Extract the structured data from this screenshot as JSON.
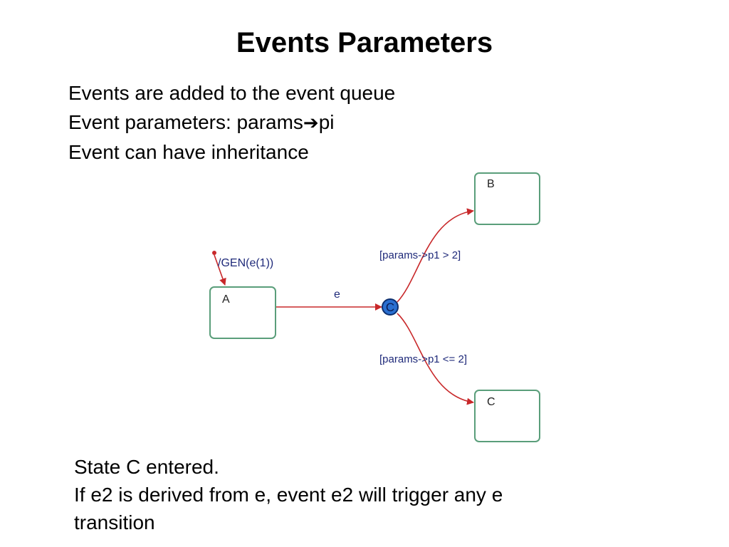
{
  "slide": {
    "title": "Events Parameters",
    "bullets": [
      "Events are added to the event queue",
      "Event parameters: params",
      "pi",
      "Event can have inheritance"
    ],
    "notes": [
      "State C entered.",
      "If e2 is derived from e, event e2 will trigger any e",
      "transition"
    ]
  },
  "diagram": {
    "states": {
      "a": "A",
      "b": "B",
      "c": "C"
    },
    "default_action": "/GEN(e(1))",
    "event": "e",
    "connective": "C",
    "guard_upper": "[params->p1 > 2]",
    "guard_lower": "[params->p1 <= 2]",
    "colors": {
      "state_border": "#5a9e7a",
      "transition": "#c8282a",
      "connective_fill": "#2a6fd0",
      "label_text": "#1f2a7a"
    }
  }
}
